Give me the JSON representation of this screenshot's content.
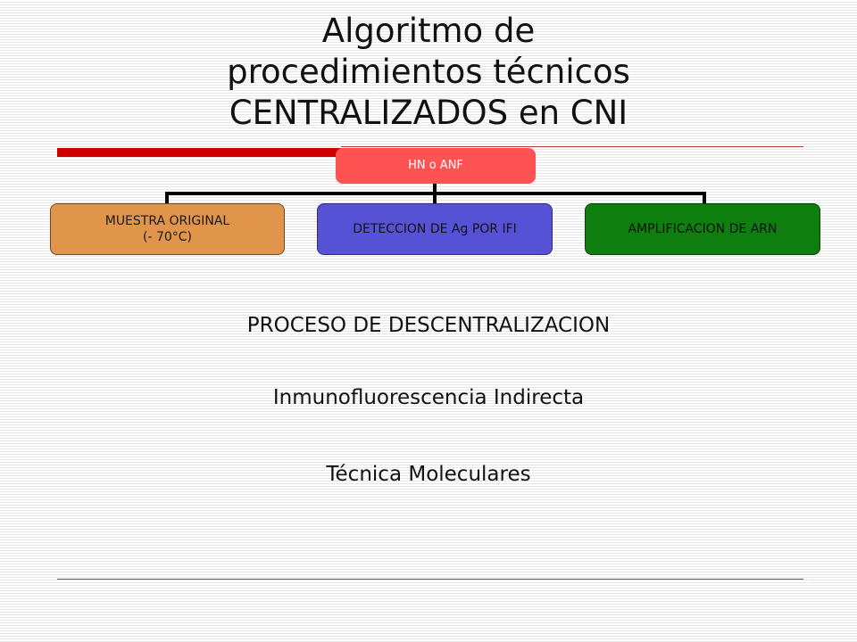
{
  "title": {
    "line1": "Algoritmo de",
    "line2": "procedimientos técnicos",
    "line3": "CENTRALIZADOS en CNI"
  },
  "diagram": {
    "root": "HN o ANF",
    "children": [
      {
        "line1": "MUESTRA ORIGINAL",
        "line2": "(- 70°C)",
        "color": "#e0954a"
      },
      {
        "line1": "DETECCION DE Ag POR IFI",
        "color": "#5552d6"
      },
      {
        "line1": "AMPLIFICACION DE ARN",
        "color": "#0e7e0e"
      }
    ],
    "root_color": "#ff5252"
  },
  "body": {
    "line1": "PROCESO DE DESCENTRALIZACION",
    "line2": "Inmunofluorescencia Indirecta",
    "line3": "Técnica Moleculares"
  },
  "colors": {
    "accent_rule": "#cc0000"
  }
}
